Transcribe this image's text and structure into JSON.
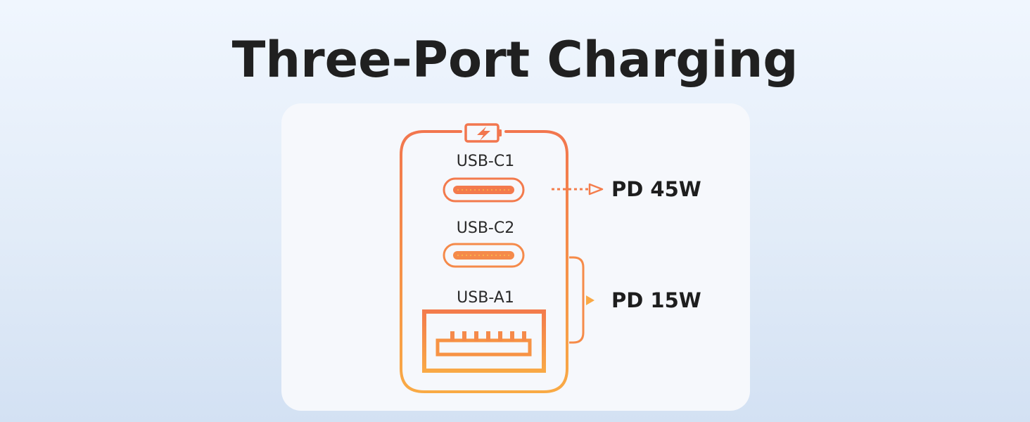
{
  "title": "Three-Port Charging",
  "ports": [
    {
      "label": "USB-C1",
      "type": "usb-c"
    },
    {
      "label": "USB-C2",
      "type": "usb-c"
    },
    {
      "label": "USB-A1",
      "type": "usb-a"
    }
  ],
  "outputs": [
    {
      "label": "PD 45W",
      "ports": [
        "USB-C1"
      ]
    },
    {
      "label": "PD 15W",
      "ports": [
        "USB-C2",
        "USB-A1"
      ]
    }
  ],
  "colors": {
    "orange": "#f2764e",
    "amber": "#f9aa45",
    "text": "#202020",
    "panel": "#f6f8fc"
  },
  "icons": [
    "battery-charging-icon",
    "usb-c-port-icon",
    "usb-a-port-icon",
    "dotted-arrow-icon",
    "bracket-icon",
    "triangle-arrow-icon"
  ]
}
